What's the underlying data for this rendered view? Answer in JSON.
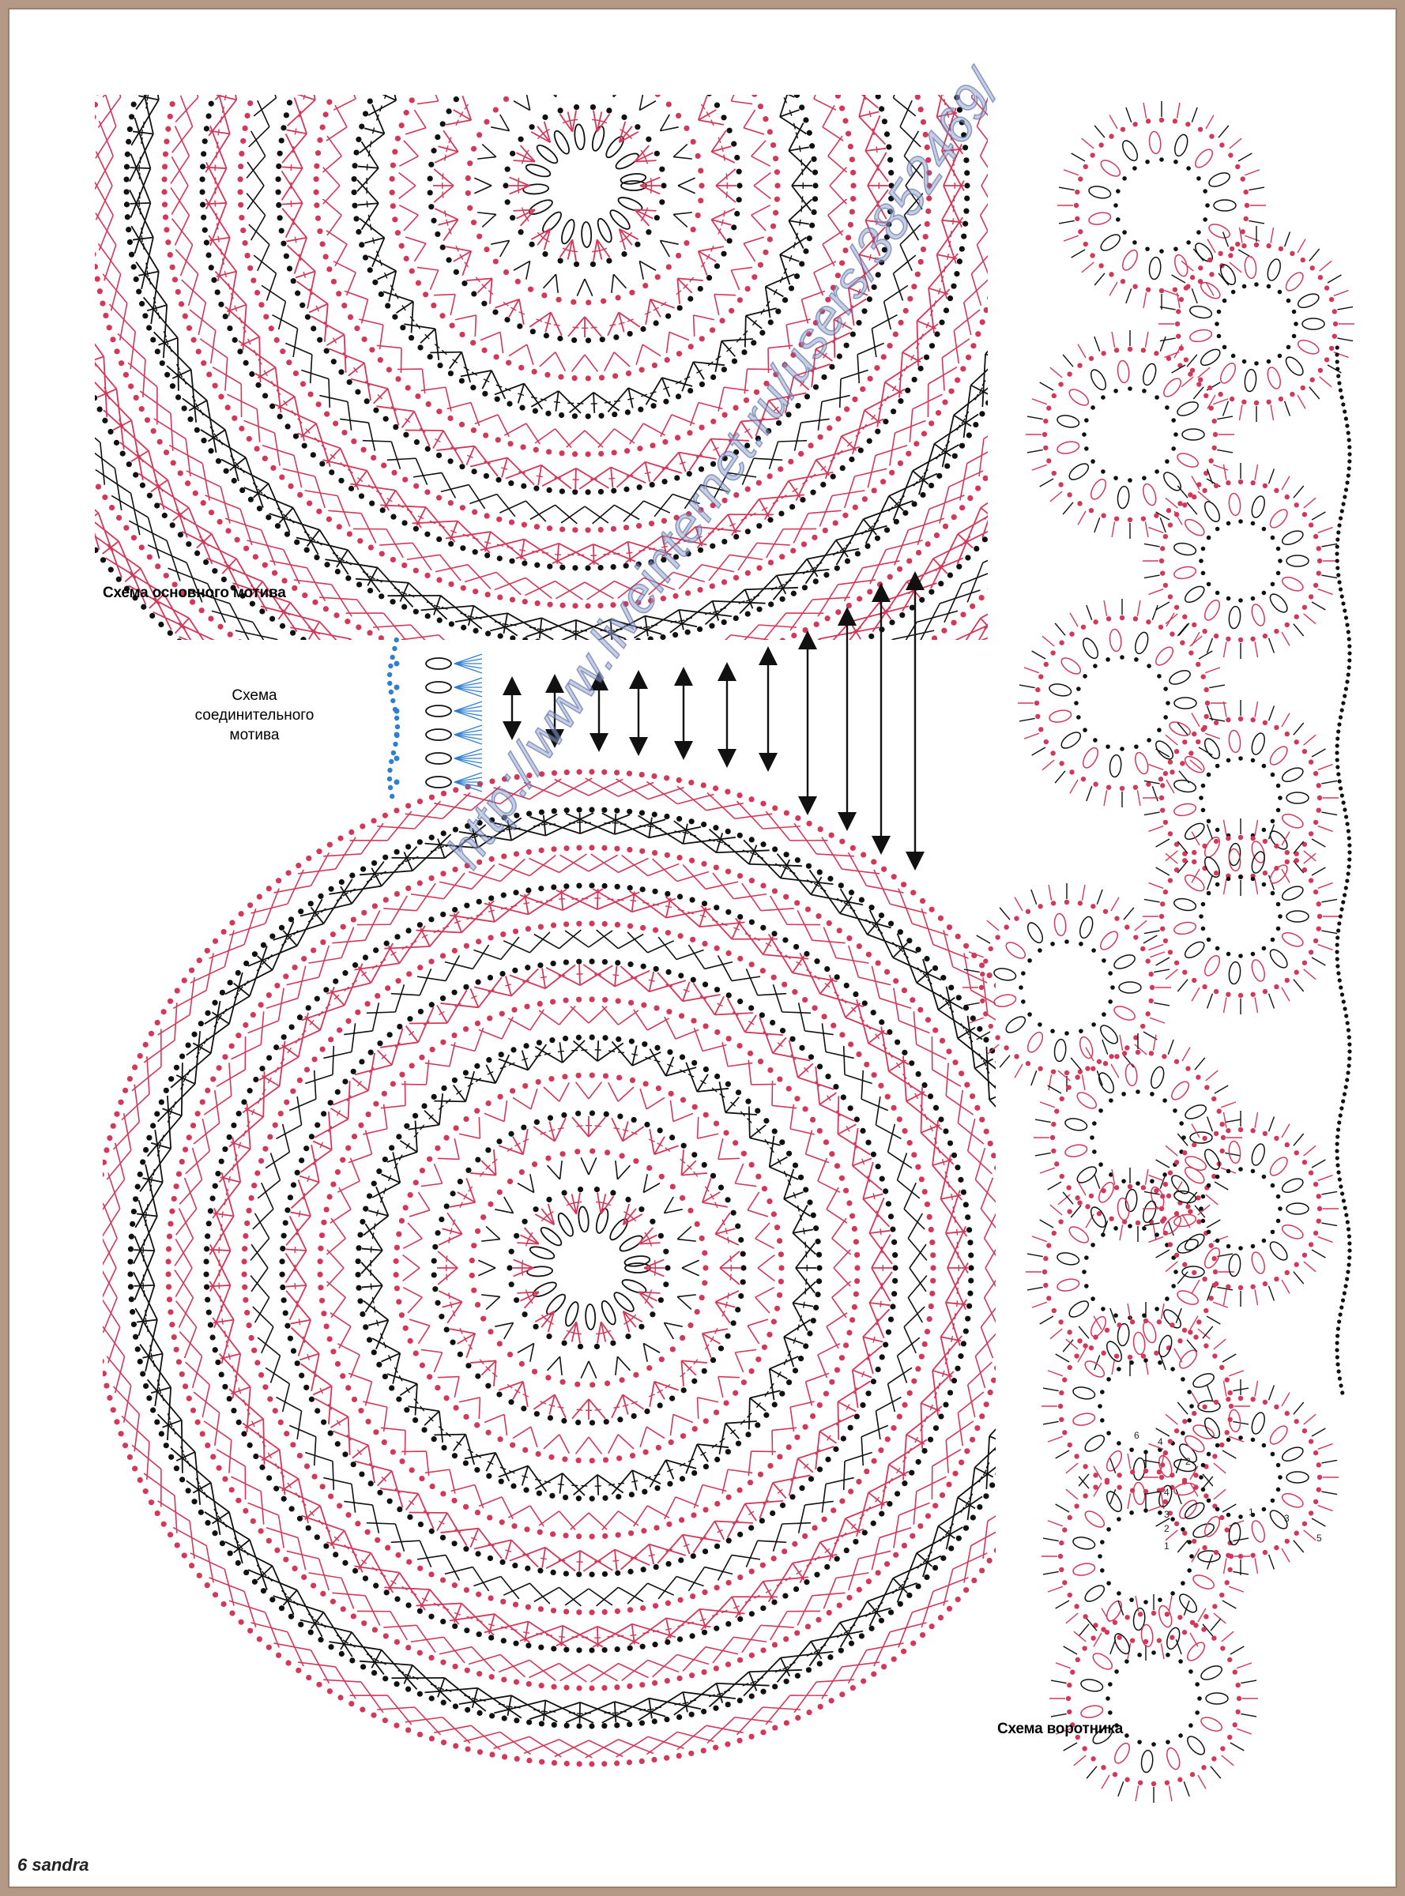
{
  "labels": {
    "main_motif": "Схема основного мотива",
    "connecting_motif": "Схема соединительного мотива",
    "collar": "Схема воротника"
  },
  "watermark": "http://www.liveinternet.ru/users/3852469/",
  "footer": {
    "page_number": "6",
    "magazine": "sandra"
  },
  "collar_row_numbers": [
    "6",
    "4",
    "2",
    "4",
    "3",
    "2",
    "1",
    "1",
    "3",
    "5"
  ],
  "colors": {
    "background_border": "#b49a86",
    "red_stitch": "#d2385a",
    "black_stitch": "#111111",
    "blue_stitch": "#2f7fd1",
    "watermark": "#8ea0cf"
  }
}
